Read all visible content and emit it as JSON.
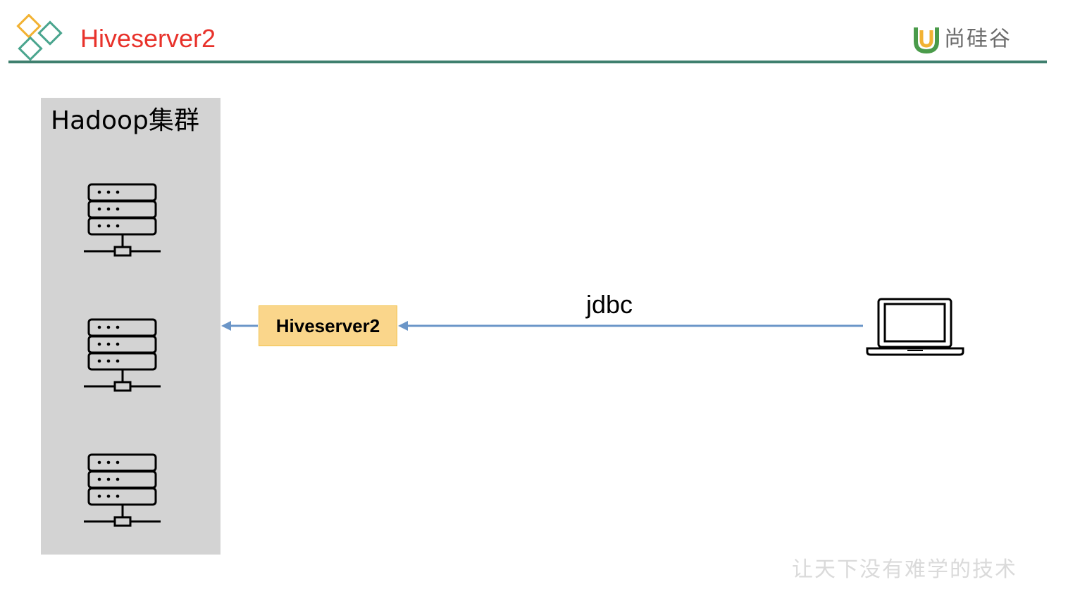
{
  "header": {
    "title": "Hiveserver2",
    "brand_text": "尚硅谷",
    "logo_icon": "diamond-grid-icon",
    "brand_icon": "u-shield-icon"
  },
  "diagram": {
    "cluster": {
      "label": "Hadoop集群",
      "server_icon": "server-rack-icon",
      "server_count": 3
    },
    "server_node": {
      "label": "Hiveserver2"
    },
    "connection": {
      "label": "jdbc"
    },
    "client_icon": "laptop-icon"
  },
  "footer": {
    "slogan": "让天下没有难学的技术"
  },
  "colors": {
    "title": "#e8322b",
    "header_rule": "#3f7f6e",
    "cluster_bg": "#d3d3d3",
    "node_fill": "#fad68b",
    "arrow": "#6b96c8"
  }
}
